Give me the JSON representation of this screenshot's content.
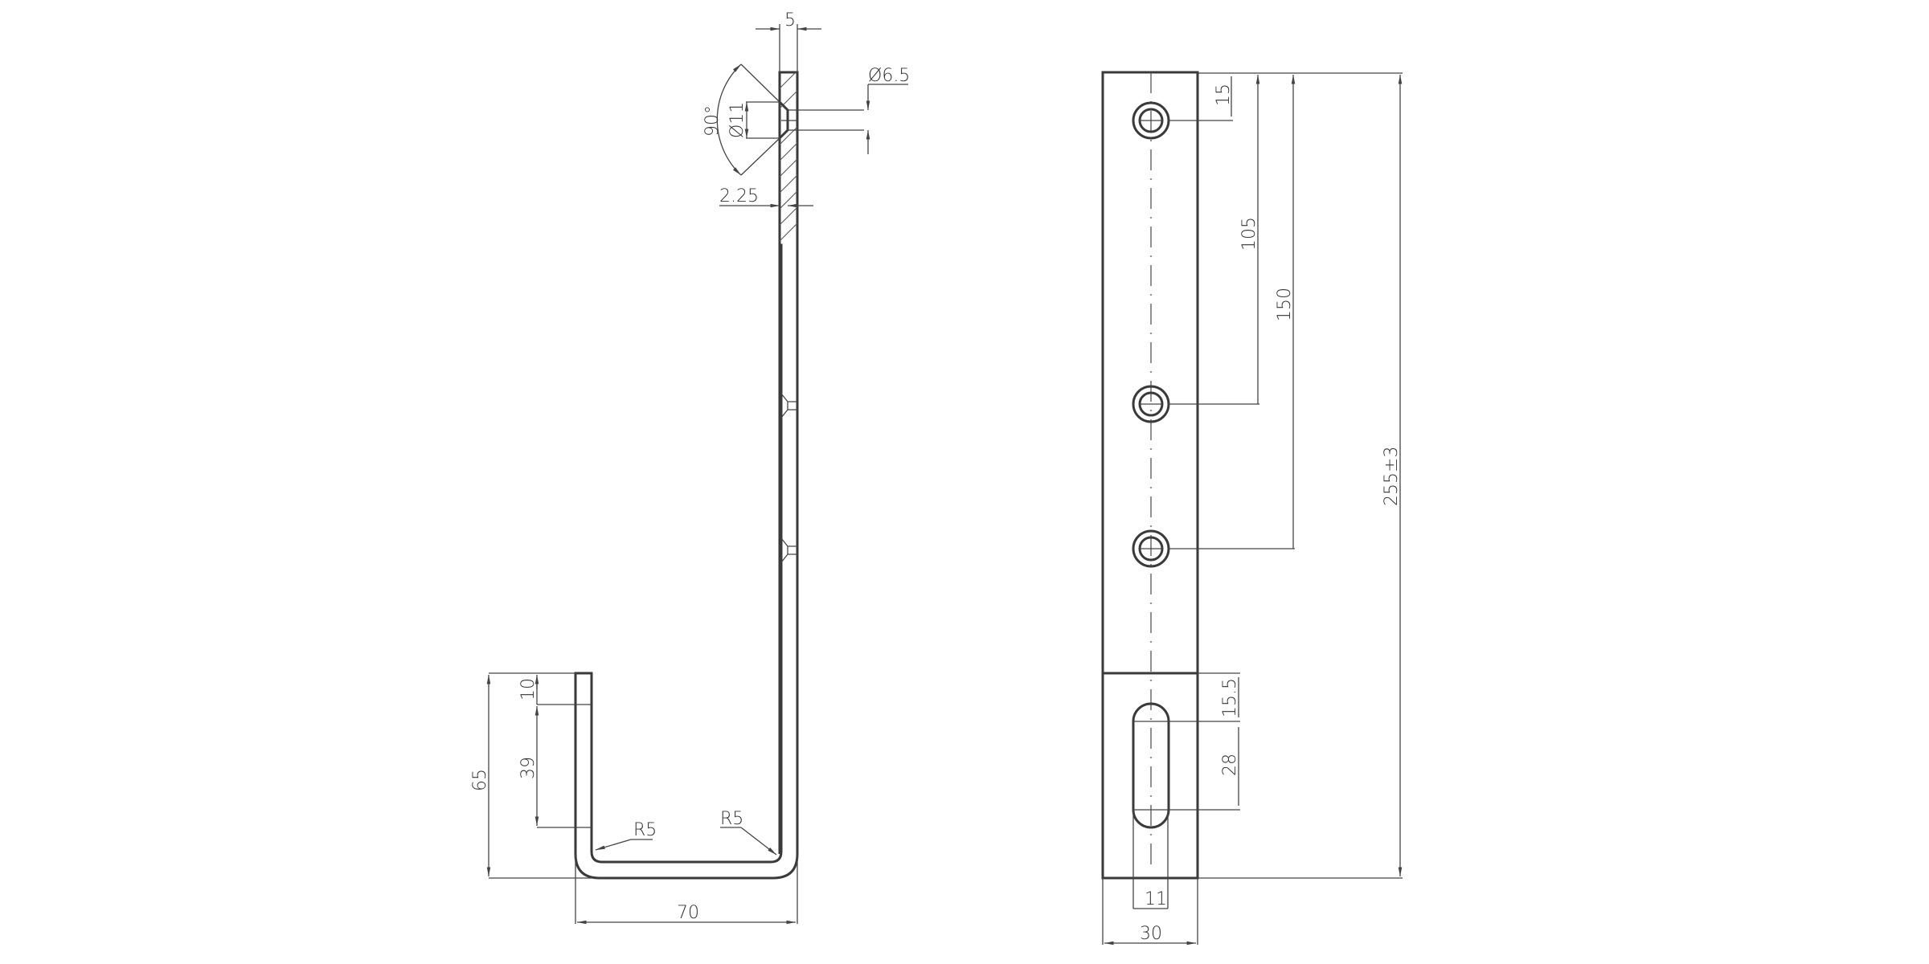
{
  "side_view": {
    "thickness": "5",
    "hole_diameter": "Ø6.5",
    "countersink_diameter": "Ø11",
    "countersink_angle": "90°",
    "countersink_depth": "2.25",
    "hook_top": "10",
    "hook_straight": "39",
    "hook_height": "65",
    "bend_radius_inner": "R5",
    "bend_radius_outer": "R5",
    "hook_width": "70"
  },
  "front_view": {
    "first_hole": "15",
    "second_hole": "105",
    "third_hole": "150",
    "total_length": "255±3",
    "slot_offset": "15.5",
    "slot_length": "28",
    "slot_width": "11",
    "width": "30"
  }
}
